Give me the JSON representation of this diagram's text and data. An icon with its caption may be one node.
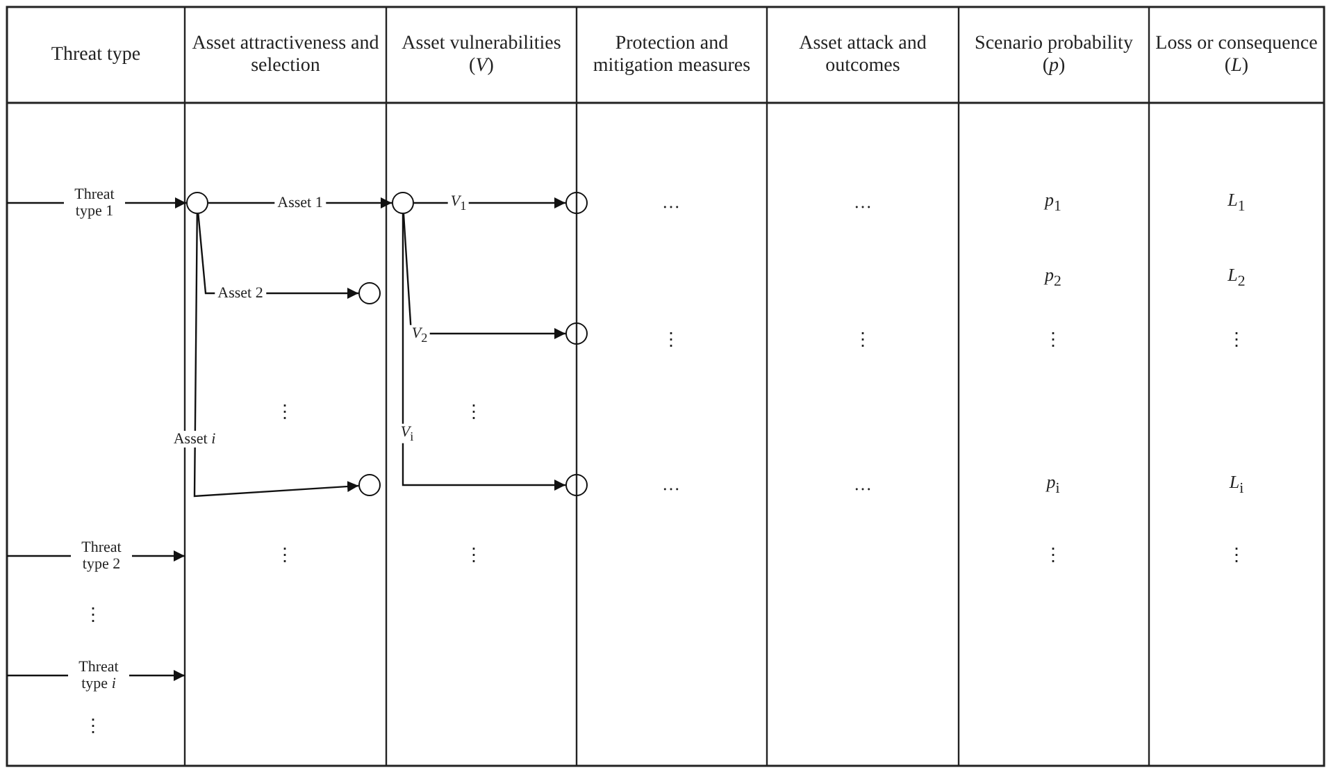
{
  "diagram": {
    "nodes": [
      {
        "text": [],
        "shape": "circle"
      },
      {
        "text": [],
        "shape": "circle"
      },
      {
        "text": [],
        "shape": "circle"
      },
      {
        "text": [],
        "shape": "circle"
      },
      {
        "text": [],
        "shape": "circle"
      },
      {
        "text": [],
        "shape": "circle"
      },
      {
        "text": [],
        "shape": "circle"
      }
    ],
    "edges": [
      {
        "from": null,
        "to": 0,
        "arrow": "to",
        "label": "Threat type 1"
      },
      {
        "from": 0,
        "to": 1,
        "arrow": "to",
        "label": "Asset 1"
      },
      {
        "from": 0,
        "to": 2,
        "arrow": "to",
        "label": "Asset 2"
      },
      {
        "from": 0,
        "to": 3,
        "arrow": "to",
        "label": "Asset *i*"
      },
      {
        "from": 1,
        "to": 4,
        "arrow": "to",
        "label": "*V*$_{1}$"
      },
      {
        "from": 1,
        "to": 5,
        "arrow": "to",
        "label": "*V*$_{2}$"
      },
      {
        "from": 1,
        "to": 6,
        "arrow": "to",
        "label": "*V*$_{i}$"
      }
    ],
    "labels": [
      "Threat type",
      "Asset attractiveness and selection",
      "Asset vulnerabilities (*V*)",
      "Protection and mitigation measures",
      "Asset attack and outcomes",
      "Scenario probability (*p*)",
      "Loss or consequence (*L*)",
      "…",
      "…",
      "*p*$_{1}$",
      "*L*$_{1}$",
      "*p*$_{2}$",
      "*L*$_{2}$",
      "⋮",
      "⋮",
      "⋮",
      "⋮",
      "⋮",
      "⋮",
      "…",
      "…",
      "*p*$_{i}$",
      "*L*$_{i}$",
      "Threat type 2",
      "⋮",
      "⋮",
      "⋮",
      "⋮",
      "⋮",
      "Threat type *i*",
      "⋮"
    ]
  }
}
